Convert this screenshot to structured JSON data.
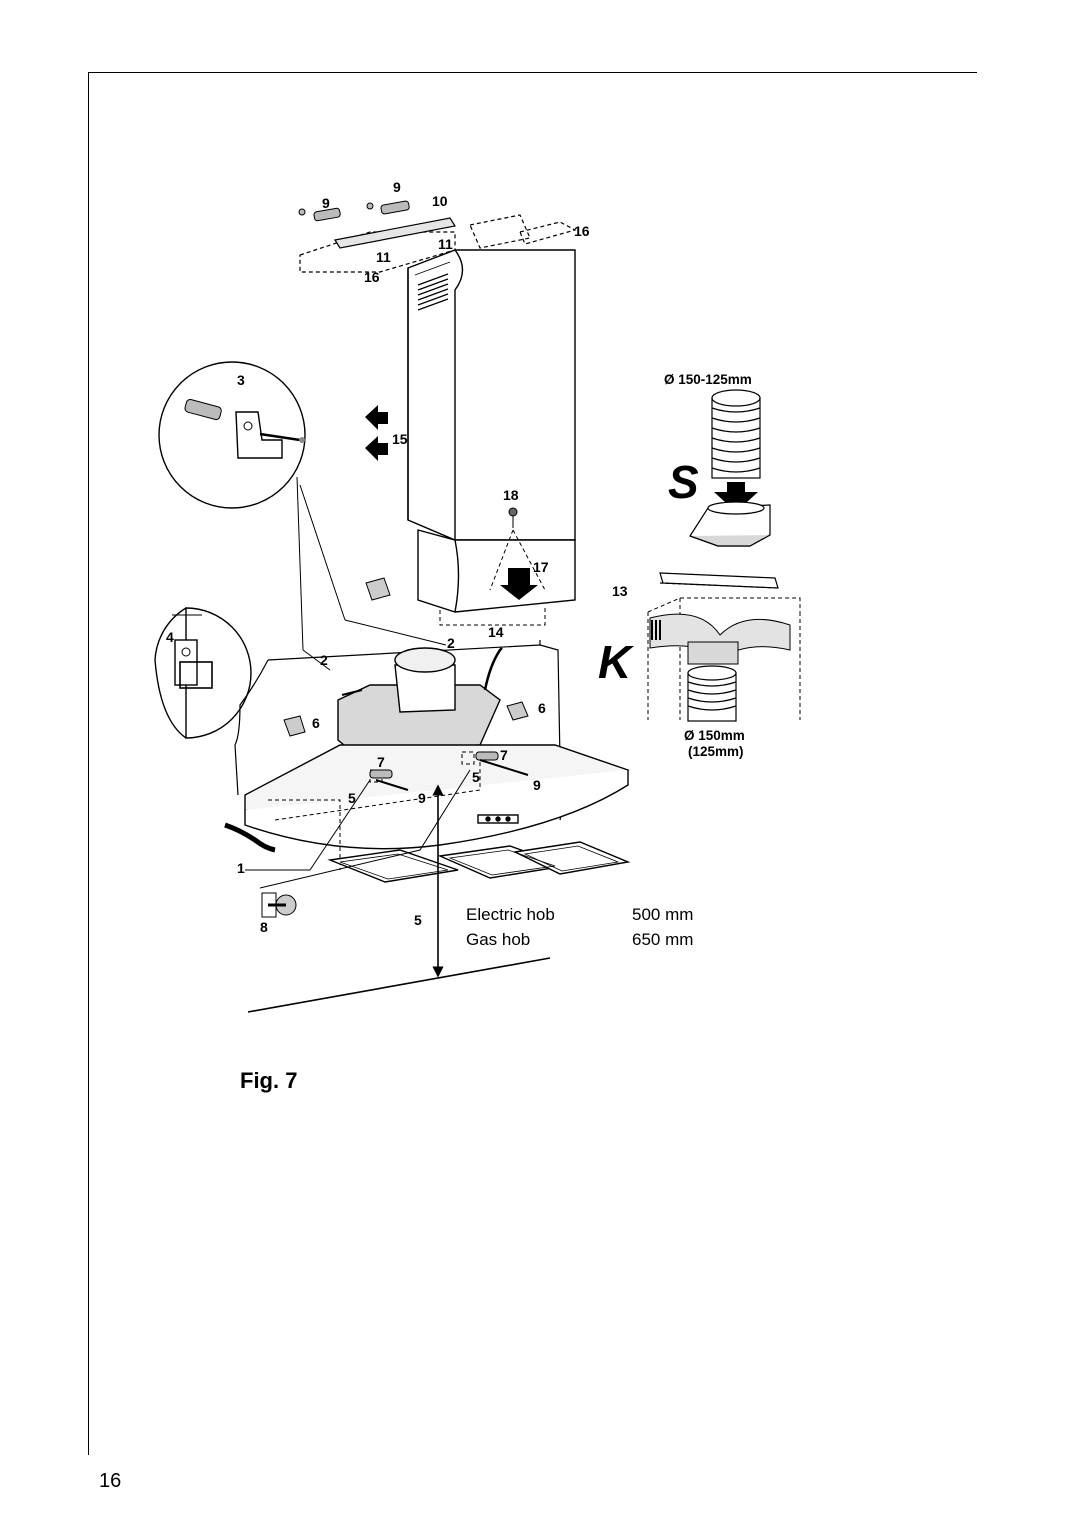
{
  "figure": {
    "caption": "Fig. 7",
    "callouts": {
      "c1": "1",
      "c2a": "2",
      "c2b": "2",
      "c3": "3",
      "c4": "4",
      "c5a": "5",
      "c5b": "5",
      "c5c": "5",
      "c6a": "6",
      "c6b": "6",
      "c7a": "7",
      "c7b": "7",
      "c8": "8",
      "c9a": "9",
      "c9b": "9",
      "c9c": "9",
      "c9d": "9",
      "c10": "10",
      "c11a": "11",
      "c11b": "11",
      "c13": "13",
      "c14": "14",
      "c15": "15",
      "c16a": "16",
      "c16b": "16",
      "c17": "17",
      "c18": "18"
    },
    "letter_s": "S",
    "letter_k": "K",
    "diameter_top": "Ø 150-125mm",
    "diameter_bottom": "Ø 150mm",
    "diameter_bottom_alt": "(125mm)",
    "distance_label": "5",
    "hob_distances": [
      {
        "hob": "Electric hob",
        "distance": "500 mm"
      },
      {
        "hob": "Gas hob",
        "distance": "650 mm"
      }
    ]
  },
  "page": {
    "number": "16"
  }
}
